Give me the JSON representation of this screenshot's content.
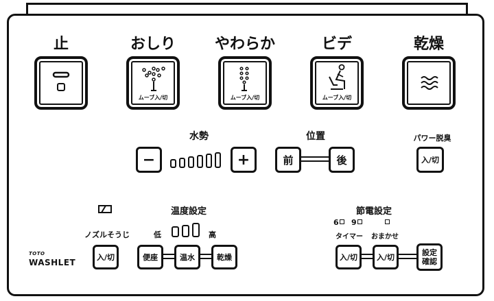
{
  "main_buttons": {
    "stop": {
      "label": "止"
    },
    "oshiri": {
      "label": "おしり",
      "sub": "ムーブ入/切"
    },
    "yawaraka": {
      "label": "やわらか",
      "sub": "ムーブ入/切"
    },
    "bidet": {
      "label": "ビデ",
      "sub": "ムーブ入/切"
    },
    "dry": {
      "label": "乾燥"
    }
  },
  "water_pressure": {
    "title": "水勢",
    "minus": "−",
    "plus": "+"
  },
  "position": {
    "title": "位置",
    "front": "前",
    "back": "後"
  },
  "power_deodorize": {
    "title": "パワー脱臭",
    "button": "入/切"
  },
  "nozzle_clean": {
    "label": "ノズルそうじ",
    "button": "入/切"
  },
  "temperature": {
    "title": "温度設定",
    "low": "低",
    "high": "高",
    "seat": "便座",
    "water": "温水",
    "dry": "乾燥"
  },
  "energy_saving": {
    "title": "節電設定",
    "h6": "6",
    "h9": "9",
    "timer": "タイマー",
    "omakase": "おまかせ",
    "timer_button": "入/切",
    "omakase_button": "入/切",
    "setting_top": "設定",
    "setting_bottom": "確認"
  },
  "brand": {
    "toto": "TOTO",
    "washlet": "WASHLET"
  }
}
